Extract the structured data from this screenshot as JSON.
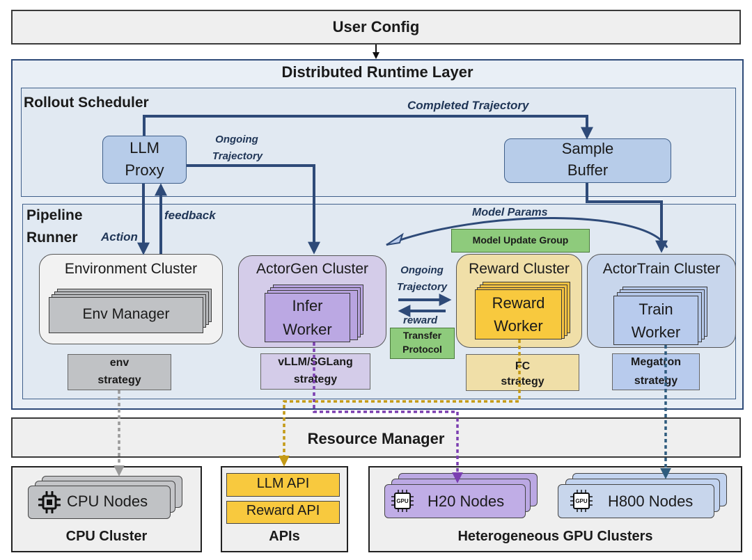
{
  "top": {
    "user_config": "User Config"
  },
  "runtime": {
    "title": "Distributed Runtime Layer"
  },
  "scheduler": {
    "title": "Rollout Scheduler",
    "completed_trajectory": "Completed Trajectory",
    "ongoing_trajectory_1": "Ongoing",
    "ongoing_trajectory_2": "Trajectory",
    "llm_proxy_1": "LLM",
    "llm_proxy_2": "Proxy",
    "sample_buffer_1": "Sample",
    "sample_buffer_2": "Buffer"
  },
  "pipeline": {
    "title_1": "Pipeline",
    "title_2": "Runner",
    "action": "Action",
    "feedback": "feedback",
    "model_params": "Model Params",
    "model_update_group": "Model Update Group",
    "ongoing_1": "Ongoing",
    "ongoing_2": "Trajectory",
    "reward_label": "reward",
    "transfer_1": "Transfer",
    "transfer_2": "Protocol"
  },
  "clusters": {
    "env": {
      "title": "Environment Cluster",
      "worker": "Env Manager",
      "strategy_1": "env",
      "strategy_2": "strategy"
    },
    "actorgen": {
      "title": "ActorGen Cluster",
      "worker_1": "Infer",
      "worker_2": "Worker",
      "strategy_1": "vLLM/SGLang",
      "strategy_2": "strategy"
    },
    "reward": {
      "title": "Reward Cluster",
      "worker_1": "Reward",
      "worker_2": "Worker",
      "strategy_1": "FC",
      "strategy_2": "strategy"
    },
    "actortrain": {
      "title": "ActorTrain Cluster",
      "worker_1": "Train",
      "worker_2": "Worker",
      "strategy_1": "Megatron",
      "strategy_2": "strategy"
    }
  },
  "resource": {
    "title": "Resource Manager"
  },
  "bottom": {
    "cpu_nodes": "CPU Nodes",
    "cpu_cluster": "CPU Cluster",
    "llm_api": "LLM API",
    "reward_api": "Reward API",
    "apis": "APIs",
    "gpu_label_1": "GPU",
    "gpu_label_2": "GPU",
    "h20_nodes": "H20 Nodes",
    "h800_nodes": "H800 Nodes",
    "gpu_clusters": "Heterogeneous GPU Clusters"
  },
  "colors": {
    "navy": "#2e4a78",
    "panel": "#e6ecf3",
    "env_gray": "#c0c2c5",
    "actorgen_purple": "#d4cce9",
    "reward_yellow": "#f0dfa8",
    "actortrain_blue": "#c8d6ec",
    "gold": "#c49a16",
    "purple_dash": "#7b3fb0",
    "green": "#8ecb7c"
  }
}
